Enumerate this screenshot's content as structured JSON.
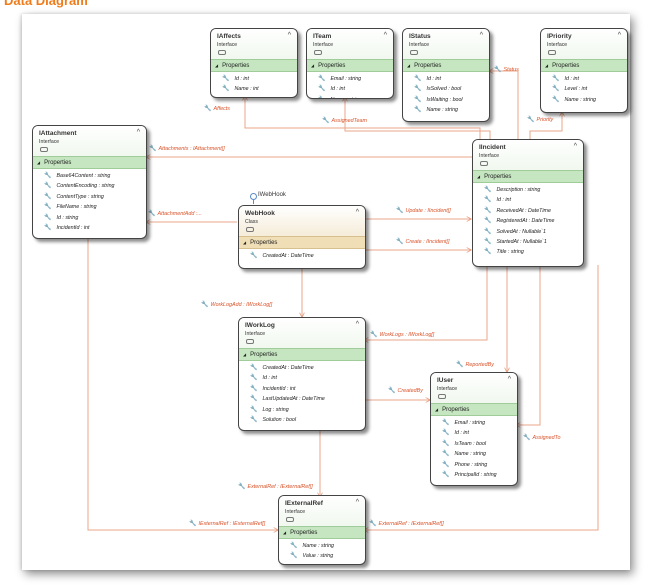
{
  "heading": "Data Diagram",
  "entities": [
    {
      "id": "affects",
      "title": "IAffects",
      "kind": "Interface",
      "section": "Properties",
      "props": [
        "Id : int",
        "Name : int"
      ],
      "class": false
    },
    {
      "id": "team",
      "title": "ITeam",
      "kind": "Interface",
      "section": "Properties",
      "props": [
        "Email : string",
        "Id : int",
        "Name : string"
      ],
      "class": false
    },
    {
      "id": "status",
      "title": "IStatus",
      "kind": "Interface",
      "section": "Properties",
      "props": [
        "Id : int",
        "IsSolved : bool",
        "IsWaiting : bool",
        "Name : string"
      ],
      "class": false
    },
    {
      "id": "priority",
      "title": "IPriority",
      "kind": "Interface",
      "section": "Properties",
      "props": [
        "Id : int",
        "Level : int",
        "Name : string"
      ],
      "class": false
    },
    {
      "id": "attachment",
      "title": "IAttachment",
      "kind": "Interface",
      "section": "Properties",
      "props": [
        "Base64Content : string",
        "ContentEncoding : string",
        "ContentType : string",
        "FileName : string",
        "Id : string",
        "IncidentId : int"
      ],
      "class": false
    },
    {
      "id": "incident",
      "title": "IIncident",
      "kind": "Interface",
      "section": "Properties",
      "props": [
        "Description : string",
        "Id : int",
        "ReceivedAt : DateTime",
        "RegisteredAt : DateTime",
        "SolvedAt : Nullable`1",
        "StartedAt : Nullable`1",
        "Title : string"
      ],
      "class": false
    },
    {
      "id": "webhook",
      "title": "WebHook",
      "kind": "Class",
      "section": "Properties",
      "props": [
        "CreatedAt : DateTime"
      ],
      "class": true
    },
    {
      "id": "worklog",
      "title": "IWorkLog",
      "kind": "Interface",
      "section": "Properties",
      "props": [
        "CreatedAt : DateTime",
        "Id : int",
        "IncidentId : int",
        "LastUpdatedAt : DateTime",
        "Log : string",
        "Solution : bool"
      ],
      "class": false
    },
    {
      "id": "user",
      "title": "IUser",
      "kind": "Interface",
      "section": "Properties",
      "props": [
        "Email : string",
        "Id : int",
        "IsTeam : bool",
        "Name : string",
        "Phone : string",
        "PrincipalId : string"
      ],
      "class": false
    },
    {
      "id": "externalref",
      "title": "IExternalRef",
      "kind": "Interface",
      "section": "Properties",
      "props": [
        "Name : string",
        "Value : string"
      ],
      "class": false
    }
  ],
  "interface_marker": "IWebHook",
  "associations": [
    {
      "id": "affects",
      "text": "Affects"
    },
    {
      "id": "assignedteam",
      "text": "AssignedTeam"
    },
    {
      "id": "status",
      "text": "Status"
    },
    {
      "id": "priority",
      "text": "Priority"
    },
    {
      "id": "attachments",
      "text": "Attachments : IAttachment[]"
    },
    {
      "id": "attachmentadd",
      "text": "AttachmentAdd :..."
    },
    {
      "id": "update",
      "text": "Update : IIncident[]"
    },
    {
      "id": "create",
      "text": "Create : IIncident[]"
    },
    {
      "id": "worklogadd",
      "text": "WorkLogAdd : IWorkLog[]"
    },
    {
      "id": "worklogs",
      "text": "WorkLogs : IWorkLog[]"
    },
    {
      "id": "reportedby",
      "text": "ReportedBy"
    },
    {
      "id": "createdby",
      "text": "CreatedBy"
    },
    {
      "id": "assignedto",
      "text": "AssignedTo"
    },
    {
      "id": "externalref_wl",
      "text": "ExternalRef : IExternalRef[]"
    },
    {
      "id": "externalref_att",
      "text": "IExternalRef : IExternalRef[]"
    },
    {
      "id": "externalref_inc",
      "text": "ExternalRef : IExternalRef[]"
    }
  ],
  "colors": {
    "heading": "#f07b1a",
    "connector": "#eaa58a",
    "interface_section": "#c5e6c0",
    "class_section": "#f0dfb6"
  },
  "icons": {
    "collapse": "chevron-up-icon",
    "property": "wrench-icon",
    "section": "triangle-down-icon"
  }
}
